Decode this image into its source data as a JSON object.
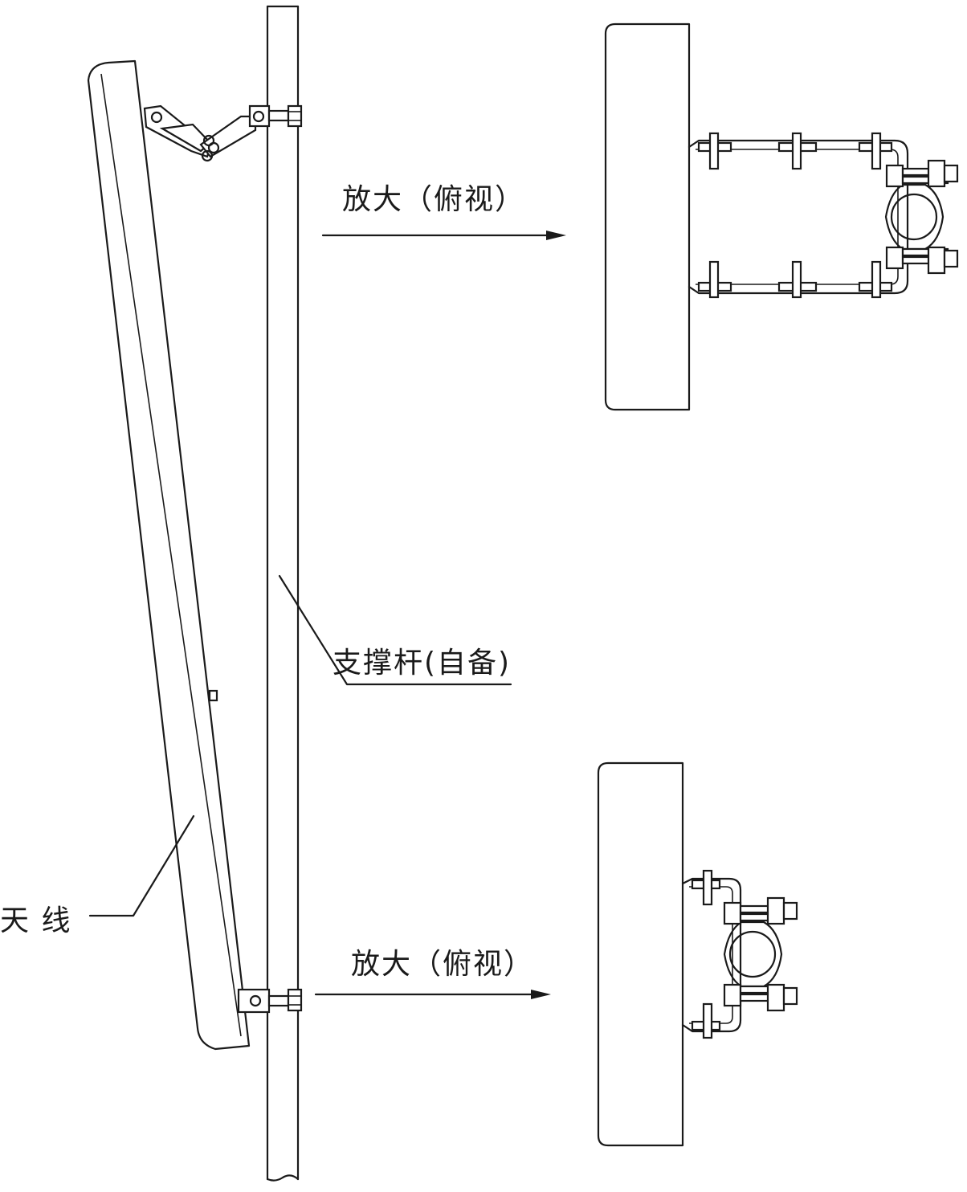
{
  "labels": {
    "zoom_top": "放大（俯视）",
    "zoom_bottom": "放大（俯视）",
    "support_pole": "支撑杆(自备)",
    "antenna": "天 线"
  },
  "colors": {
    "stroke": "#1a1a1a",
    "background": "#ffffff"
  }
}
